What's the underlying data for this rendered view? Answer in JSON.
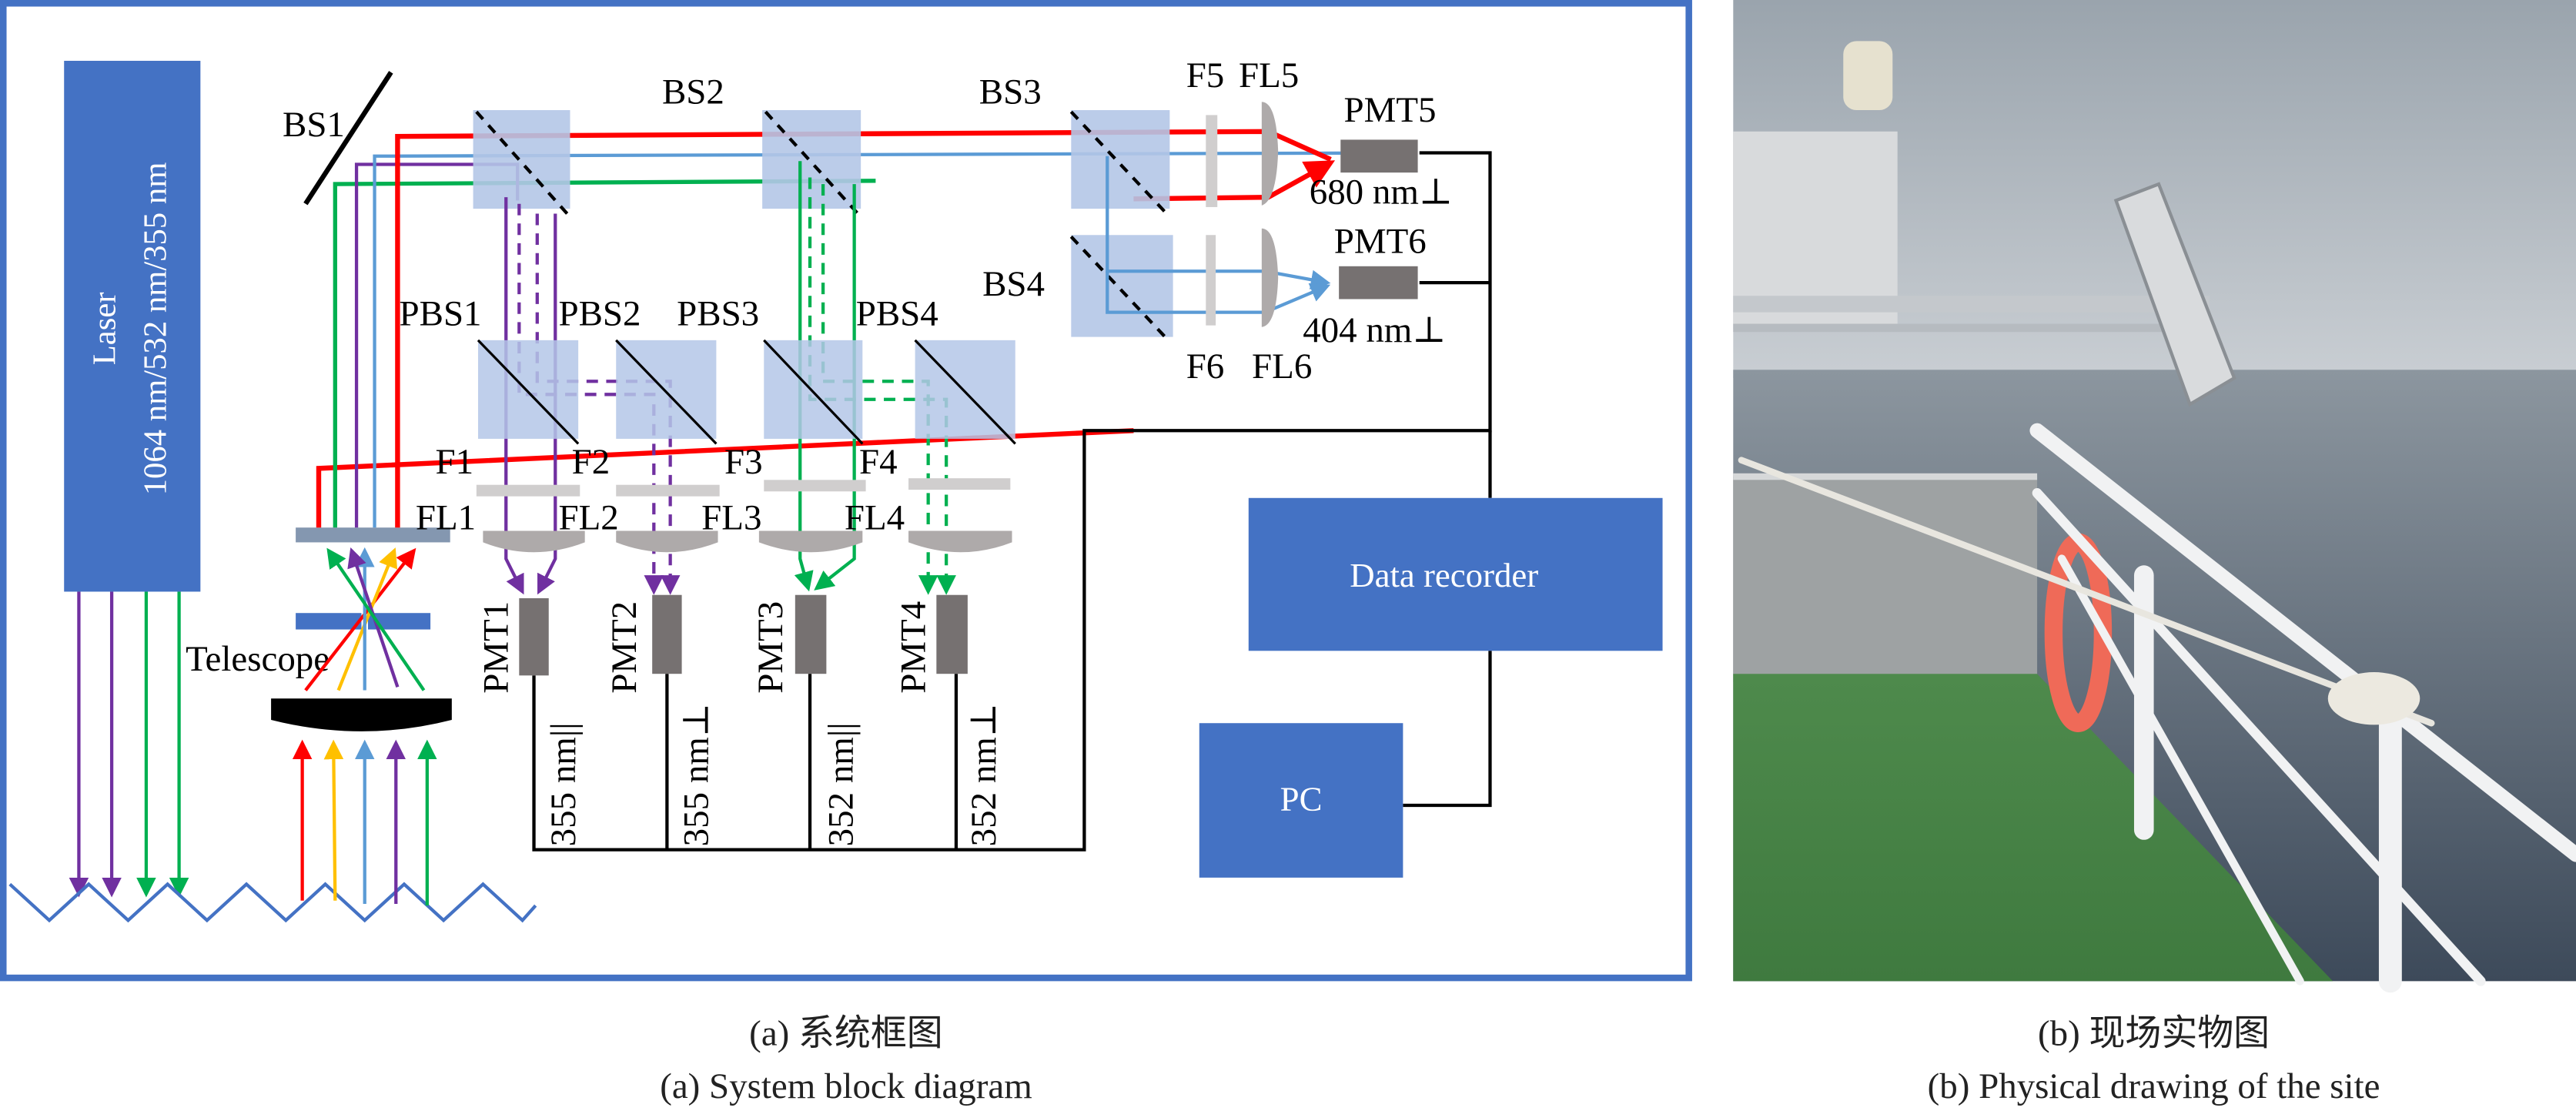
{
  "colors": {
    "frame": "#4472c4",
    "block": "#4472c4",
    "splitter_fill": "#b4c7e7",
    "pmt": "#767171",
    "filter": "#d0cece",
    "lens": "#aeaaaa",
    "red": "#ff0000",
    "blue": "#5b9bd5",
    "purple": "#7030a0",
    "green": "#00b050",
    "yellow": "#ffc000"
  },
  "panel_a": {
    "laser": {
      "line1": "Laser",
      "line2": "1064 nm/532 nm/355 nm"
    },
    "telescope_label": "Telescope",
    "beam_splitters": [
      "BS1",
      "BS2",
      "BS3",
      "BS4"
    ],
    "polarizing_beam_splitters": [
      "PBS1",
      "PBS2",
      "PBS3",
      "PBS4"
    ],
    "filters": [
      "F1",
      "F2",
      "F3",
      "F4",
      "F5",
      "F6"
    ],
    "focusing_lenses": [
      "FL1",
      "FL2",
      "FL3",
      "FL4",
      "FL5",
      "FL6"
    ],
    "pmts": [
      {
        "name": "PMT1",
        "channel": "355 nm||"
      },
      {
        "name": "PMT2",
        "channel": "355 nm⊥"
      },
      {
        "name": "PMT3",
        "channel": "352 nm||"
      },
      {
        "name": "PMT4",
        "channel": "352 nm⊥"
      },
      {
        "name": "PMT5",
        "channel": "680 nm⊥"
      },
      {
        "name": "PMT6",
        "channel": "404 nm⊥"
      }
    ],
    "data_recorder_label": "Data recorder",
    "pc_label": "PC",
    "caption_cn": "(a) 系统框图",
    "caption_en": "(a) System block diagram"
  },
  "panel_b": {
    "photo_subject": "ship deck with lidar telescope mounted on railing over sea",
    "caption_cn": "(b) 现场实物图",
    "caption_en": "(b) Physical drawing of the site"
  }
}
